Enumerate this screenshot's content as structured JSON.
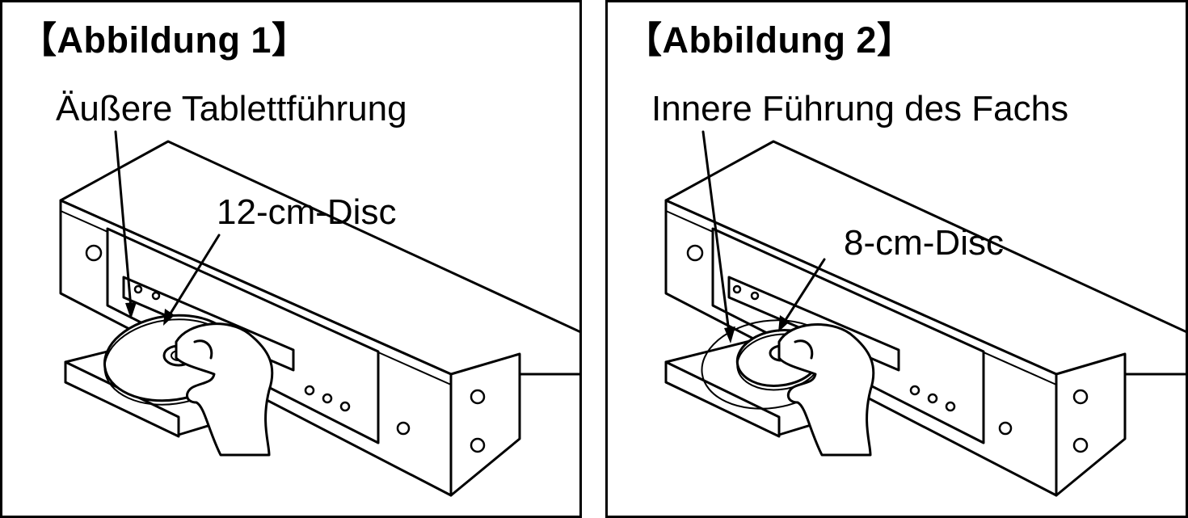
{
  "figures": [
    {
      "title": "【Abbildung 1】",
      "guide_label": "Äußere Tablettführung",
      "disc_label": "12-cm-Disc"
    },
    {
      "title": "【Abbildung 2】",
      "guide_label": "Innere Führung des Fachs",
      "disc_label": "8-cm-Disc"
    }
  ]
}
